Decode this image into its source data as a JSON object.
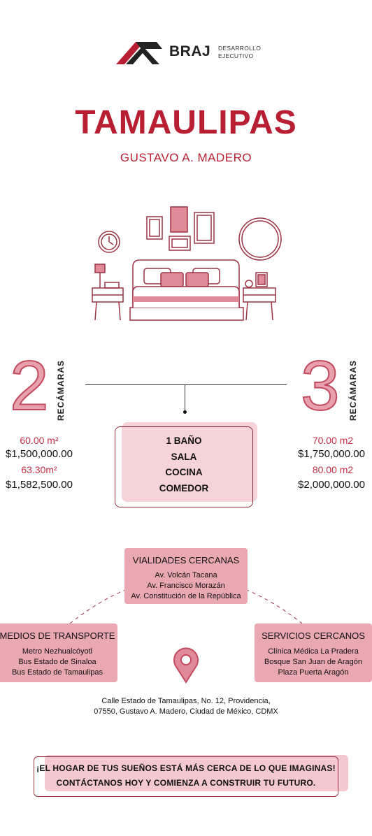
{
  "brand": {
    "name": "BRAJ",
    "sub_line1": "DESARROLLO",
    "sub_line2": "EJECUTIVO"
  },
  "title": "TAMAULIPAS",
  "subtitle": "GUSTAVO A. MADERO",
  "left_unit": {
    "number": "2",
    "label": "RECÁMARAS",
    "size1": "60.00 m²",
    "price1": "$1,500,000.00",
    "size2": "63.30m²",
    "price2": "$1,582,500.00"
  },
  "right_unit": {
    "number": "3",
    "label": "RECÁMARAS",
    "size1": "70.00 m2",
    "price1": "$1,750,000.00",
    "size2": "80.00 m2",
    "price2": "$2,000,000.00"
  },
  "rooms": [
    "1 BAÑO",
    "SALA",
    "COCINA",
    "COMEDOR"
  ],
  "vialidades": {
    "title": "VIALIDADES CERCANAS",
    "items": [
      "Av. Volcán Tacana",
      "Av. Francisco Morazán",
      "Av. Constitución de la República"
    ]
  },
  "transporte": {
    "title": "MEDIOS DE TRANSPORTE",
    "items": [
      "Metro Nezhualcóyotl",
      "Bus Estado de Sinaloa",
      "Bus Estado de Tamaulipas"
    ]
  },
  "servicios": {
    "title": "SERVICIOS CERCANOS",
    "items": [
      "Clínica Médica La Pradera",
      "Bosque San Juan de Aragón",
      "Plaza Puerta Aragón"
    ]
  },
  "address": {
    "line1": "Calle Estado de Tamaulipas, No. 12, Providencia,",
    "line2": "07550, Gustavo A. Madero, Ciudad de México, CDMX"
  },
  "cta": {
    "line1": "¡EL HOGAR DE TUS SUEÑOS ESTÁ MÁS CERCA DE LO QUE IMAGINAS!",
    "line2": "CONTÁCTANOS HOY Y COMIENZA A CONSTRUIR TU FUTURO."
  },
  "colors": {
    "accent": "#b81f33",
    "pink": "#e9a8b2",
    "light_pink": "#f6d3d9",
    "line": "#9b3344"
  },
  "icons": [
    "braj-roof-logo",
    "bedroom-illustration",
    "location-pin-icon"
  ]
}
